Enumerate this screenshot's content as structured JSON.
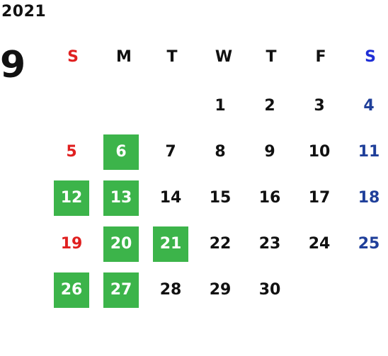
{
  "calendar": {
    "year": "2021",
    "month": "9",
    "weekdays": [
      "S",
      "M",
      "T",
      "W",
      "T",
      "F",
      "S"
    ],
    "weeks": [
      [
        "",
        "",
        "",
        "1",
        "2",
        "3",
        "4"
      ],
      [
        "5",
        "6",
        "7",
        "8",
        "9",
        "10",
        "11"
      ],
      [
        "12",
        "13",
        "14",
        "15",
        "16",
        "17",
        "18"
      ],
      [
        "19",
        "20",
        "21",
        "22",
        "23",
        "24",
        "25"
      ],
      [
        "26",
        "27",
        "28",
        "29",
        "30",
        "",
        ""
      ]
    ],
    "highlighted_days": [
      "6",
      "12",
      "13",
      "20",
      "21",
      "26",
      "27"
    ]
  },
  "colors": {
    "sunday_header": "#e02020",
    "saturday_header": "#1f2fd6",
    "sunday": "#e02020",
    "saturday": "#1f3f9a",
    "weekday": "#111111",
    "highlight_bg": "#3cb44a",
    "highlight_text": "#ffffff"
  }
}
